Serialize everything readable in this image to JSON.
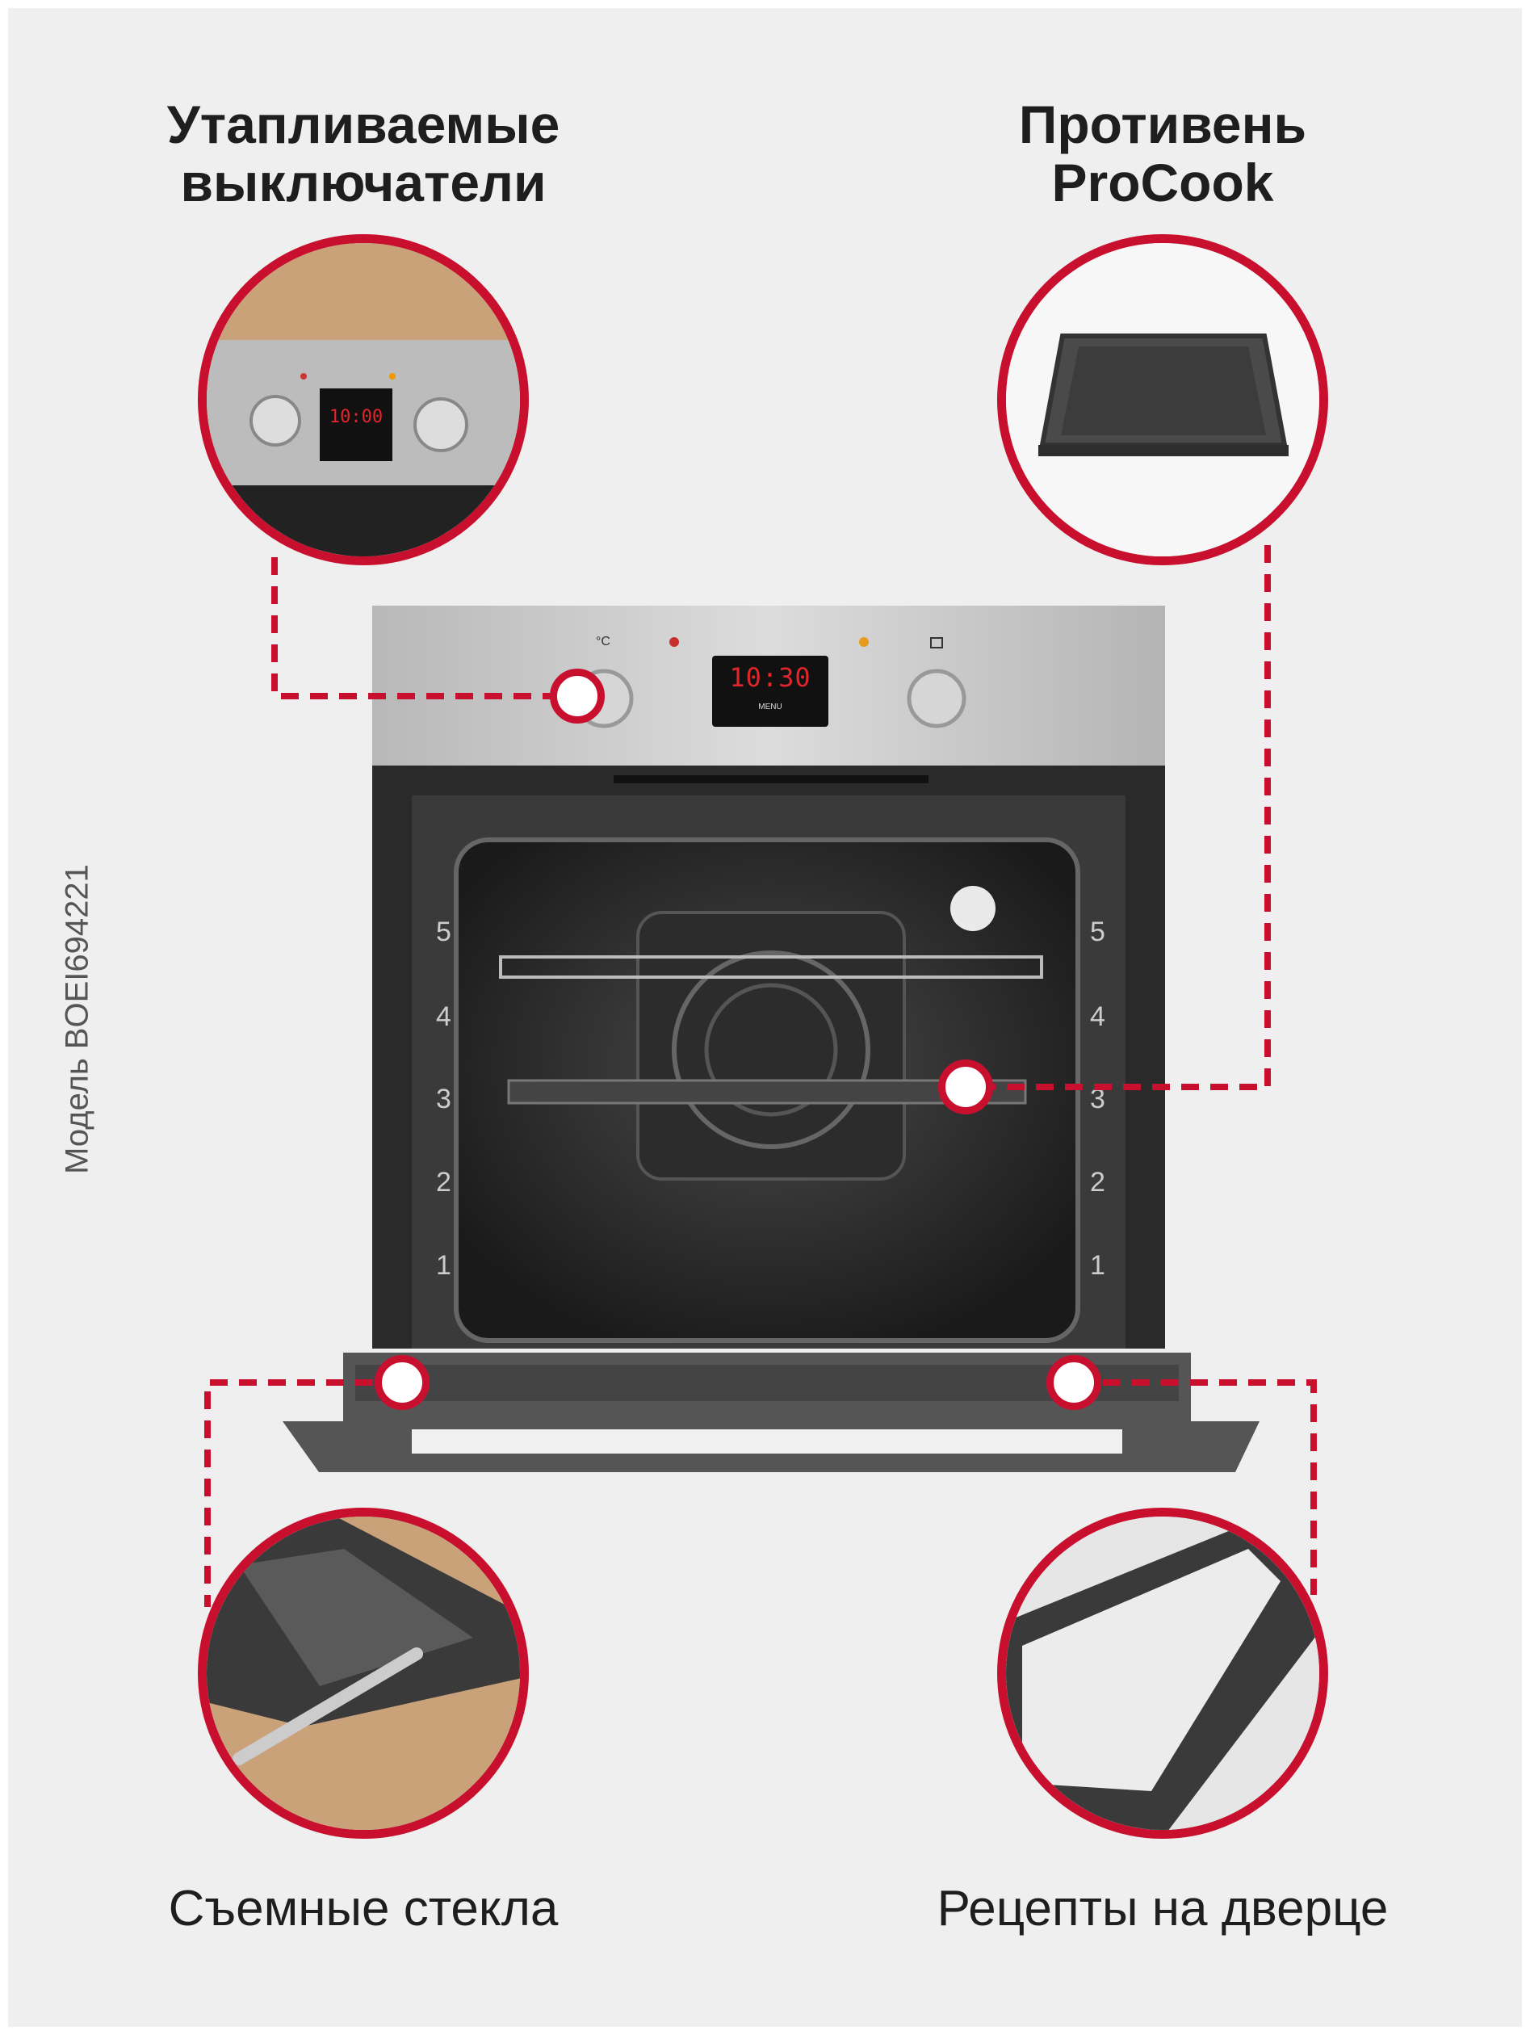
{
  "features": {
    "top_left": {
      "title_line1": "Утапливаемые",
      "title_line2": "выключатели"
    },
    "top_right": {
      "title_line1": "Противень",
      "title_line2": "ProCook"
    },
    "bottom_left": {
      "label": "Съемные стекла"
    },
    "bottom_right": {
      "label": "Рецепты на дверце"
    }
  },
  "model": "Модель BOEI694221",
  "oven": {
    "display_time": "10:30",
    "display_menu": "MENU",
    "temp_symbol": "°C",
    "rack_levels": [
      "5",
      "4",
      "3",
      "2",
      "1"
    ]
  },
  "colors": {
    "accent": "#c8102e",
    "background": "#efefef"
  }
}
